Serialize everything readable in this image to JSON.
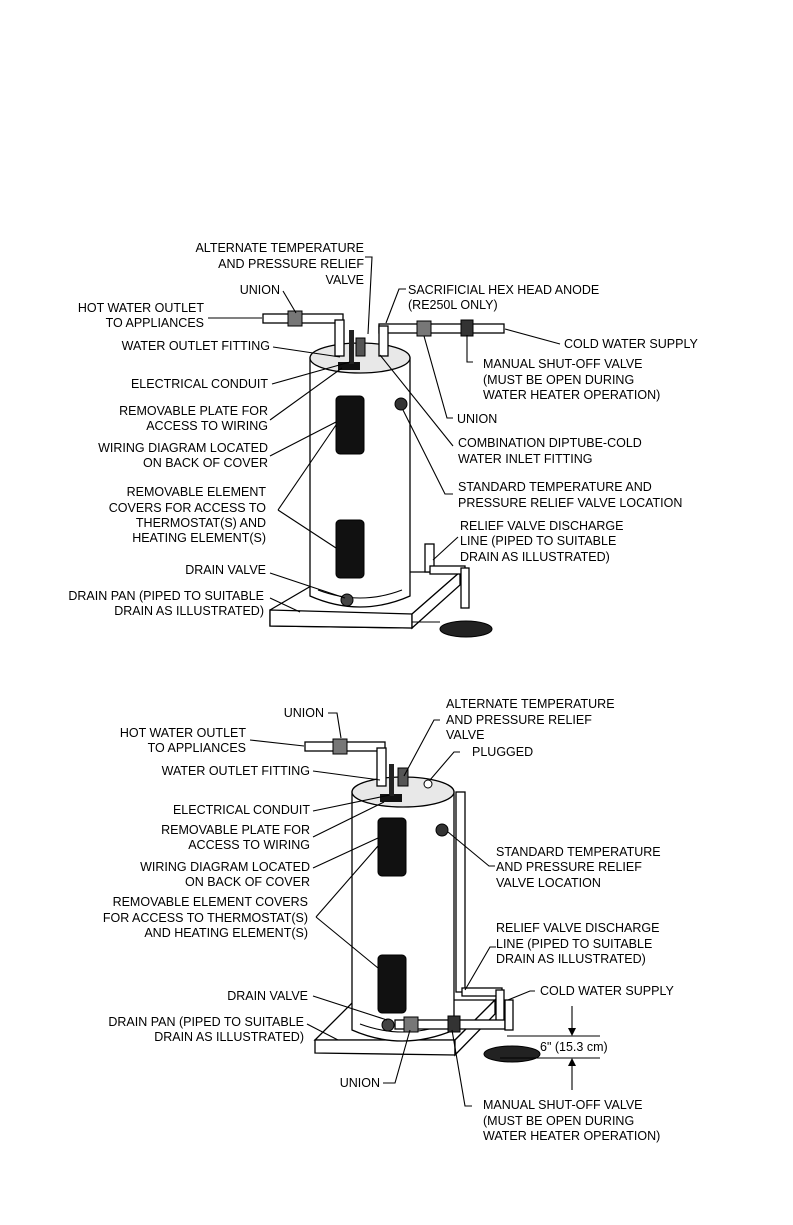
{
  "diagram1": {
    "alt_trv": [
      "ALTERNATE TEMPERATURE",
      "AND PRESSURE RELIEF",
      "VALVE"
    ],
    "union_top": "UNION",
    "hot_outlet": [
      "HOT WATER OUTLET",
      "TO APPLIANCES"
    ],
    "outlet_fitting": "WATER OUTLET FITTING",
    "conduit": "ELECTRICAL CONDUIT",
    "plate": [
      "REMOVABLE PLATE FOR",
      "ACCESS TO WIRING"
    ],
    "wiring": [
      "WIRING DIAGRAM LOCATED",
      "ON BACK OF COVER"
    ],
    "elements": [
      "REMOVABLE ELEMENT",
      "COVERS FOR ACCESS TO",
      "THERMOSTAT(S) AND",
      "HEATING ELEMENT(S)"
    ],
    "drain_valve": "DRAIN VALVE",
    "drain_pan": [
      "DRAIN PAN (PIPED TO SUITABLE",
      "DRAIN AS ILLUSTRATED)"
    ],
    "anode": [
      "SACRIFICIAL HEX HEAD ANODE",
      "(RE250L ONLY)"
    ],
    "cold_supply": "COLD WATER SUPPLY",
    "shutoff": [
      "MANUAL SHUT-OFF VALVE",
      "(MUST BE OPEN DURING",
      "WATER HEATER OPERATION)"
    ],
    "union_right": "UNION",
    "diptube": [
      "COMBINATION DIPTUBE-COLD",
      "WATER INLET FITTING"
    ],
    "std_trv": [
      "STANDARD TEMPERATURE AND",
      "PRESSURE RELIEF VALVE LOCATION"
    ],
    "discharge": [
      "RELIEF VALVE DISCHARGE",
      "LINE (PIPED TO SUITABLE",
      "DRAIN AS ILLUSTRATED)"
    ]
  },
  "diagram2": {
    "union_top": "UNION",
    "hot_outlet": [
      "HOT WATER OUTLET",
      "TO APPLIANCES"
    ],
    "outlet_fitting": "WATER OUTLET FITTING",
    "conduit": "ELECTRICAL CONDUIT",
    "plate": [
      "REMOVABLE PLATE FOR",
      "ACCESS TO WIRING"
    ],
    "wiring": [
      "WIRING DIAGRAM LOCATED",
      "ON BACK OF COVER"
    ],
    "elements": [
      "REMOVABLE ELEMENT COVERS",
      "FOR ACCESS TO THERMOSTAT(S)",
      "AND HEATING ELEMENT(S)"
    ],
    "drain_valve": "DRAIN VALVE",
    "drain_pan": [
      "DRAIN PAN (PIPED TO SUITABLE",
      "DRAIN AS ILLUSTRATED)"
    ],
    "union_bottom": "UNION",
    "alt_trv": [
      "ALTERNATE TEMPERATURE",
      "AND PRESSURE RELIEF",
      "VALVE"
    ],
    "plugged": "PLUGGED",
    "std_trv": [
      "STANDARD TEMPERATURE",
      "AND PRESSURE RELIEF",
      "VALVE LOCATION"
    ],
    "discharge": [
      "RELIEF VALVE DISCHARGE",
      "LINE (PIPED TO SUITABLE",
      "DRAIN AS ILLUSTRATED)"
    ],
    "cold_supply": "COLD WATER SUPPLY",
    "dimension": "6\" (15.3 cm)",
    "shutoff": [
      "MANUAL SHUT-OFF VALVE",
      "(MUST BE OPEN DURING",
      "WATER HEATER OPERATION)"
    ]
  }
}
